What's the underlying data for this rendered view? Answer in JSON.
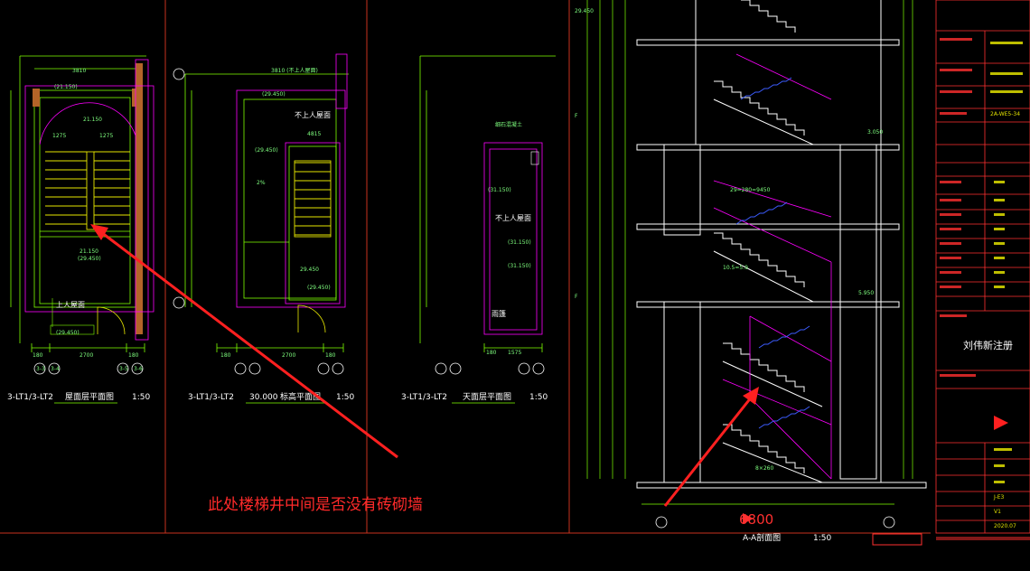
{
  "plans": [
    {
      "id": "roof",
      "title": "3-LT1/3-LT2",
      "subtitle": "屋面层平面图",
      "scale": "1:50",
      "labels": [
        "上人屋面"
      ]
    },
    {
      "id": "level30",
      "title": "3-LT1/3-LT2",
      "elevation": "30.000",
      "subtitle": "标高平面图",
      "scale": "1:50",
      "labels": [
        "不上人屋面"
      ]
    },
    {
      "id": "top",
      "title": "3-LT1/3-LT2",
      "subtitle": "天面层平面图",
      "scale": "1:50",
      "labels": [
        "不上人屋面",
        "雨篷"
      ]
    }
  ],
  "grid_bubbles": [
    "3-3",
    "3-4",
    "3-5",
    "3-6"
  ],
  "section": {
    "title": "A-A剖面图",
    "scale": "1:50",
    "overall_dim": "6800"
  },
  "annotation": {
    "text": "此处楼梯井中间是否没有砖砌墙",
    "color": "#ff2a2a"
  },
  "titleblock": {
    "name": "刘伟新注册",
    "sheet_no": "J-E3",
    "version": "V1",
    "date": "2020.07",
    "project_no": "2A-WE5-34"
  },
  "colors": {
    "wall": "#7fff00",
    "stair": "#e6e600",
    "magenta": "#ff00ff",
    "arrow": "#ff2020",
    "blue": "#3c5cff"
  }
}
